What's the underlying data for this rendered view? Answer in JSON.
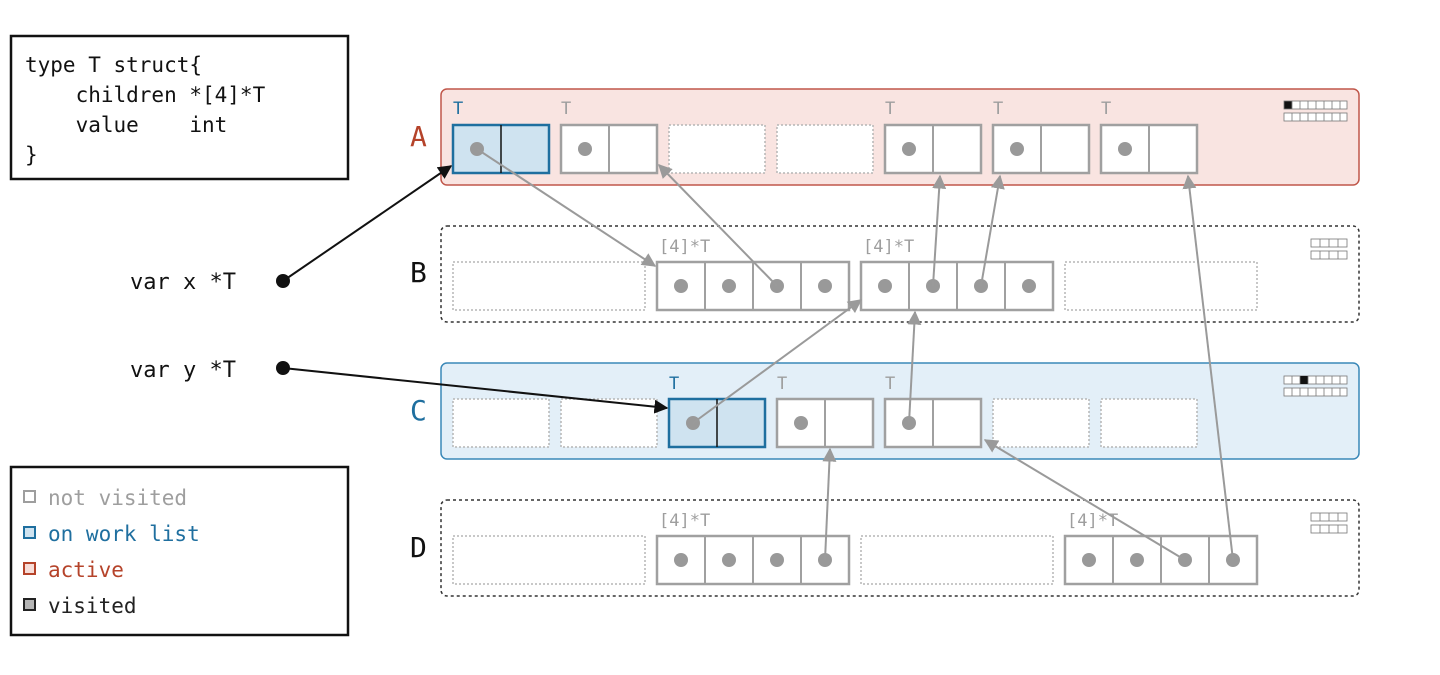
{
  "code": {
    "lines": [
      "type T struct{",
      "    children *[4]*T",
      "    value    int",
      "}"
    ]
  },
  "vars": [
    {
      "label": "var x *T"
    },
    {
      "label": "var y *T"
    }
  ],
  "legend": {
    "items": [
      {
        "label": "not visited",
        "color": "#9e9e9e",
        "fill": "#ffffff"
      },
      {
        "label": "on work list",
        "color": "#1f6f9f",
        "fill": "#cfe3f0"
      },
      {
        "label": "active",
        "color": "#b5432a",
        "fill": "#f7ddd8"
      },
      {
        "label": "visited",
        "color": "#222222",
        "fill": "#b5b5b5"
      }
    ]
  },
  "spans": [
    {
      "name": "A",
      "state": "active",
      "color": "#b5432a",
      "bg": "#f9e4e1",
      "border": "#c0574a"
    },
    {
      "name": "B",
      "state": "not visited",
      "color": "#111111",
      "bg": "#ffffff",
      "border": "#333333"
    },
    {
      "name": "C",
      "state": "on work list",
      "color": "#1f6f9f",
      "bg": "#e3eff8",
      "border": "#3a88b8"
    },
    {
      "name": "D",
      "state": "not visited",
      "color": "#111111",
      "bg": "#ffffff",
      "border": "#333333"
    }
  ],
  "type_labels": {
    "T": "T",
    "array": "[4]*T"
  },
  "colors": {
    "gray_stroke": "#9e9e9e",
    "object_stroke": "#a0a0a0",
    "worklist_stroke": "#1f6f9f",
    "worklist_fill": "#cfe3f0",
    "dot": "#999999",
    "arrow_gray": "#9a9a9a",
    "arrow_black": "#111111"
  }
}
